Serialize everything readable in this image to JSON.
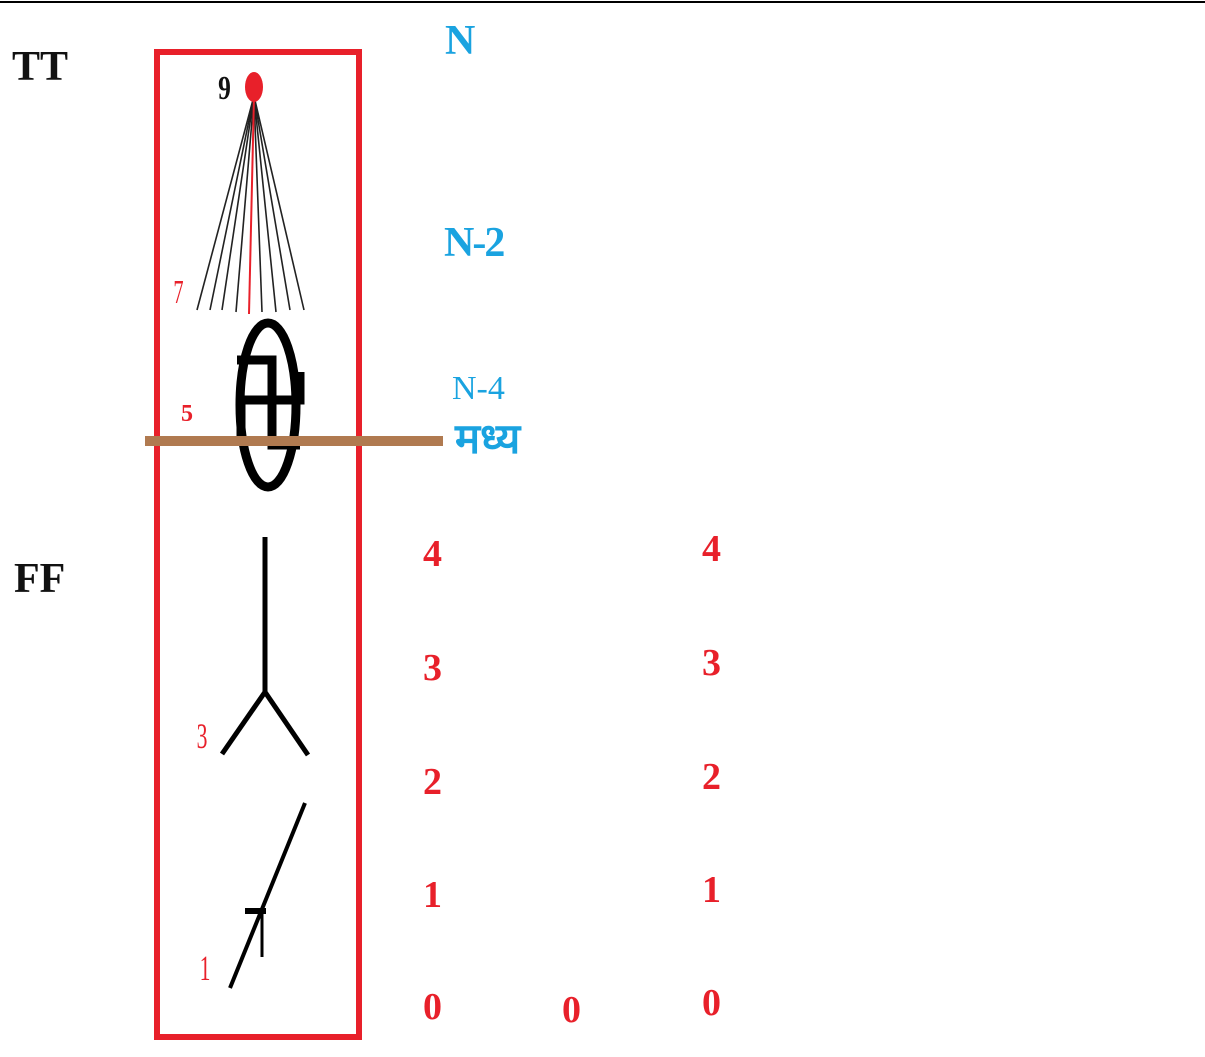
{
  "left_labels": {
    "top": "TT",
    "bottom": "FF"
  },
  "levels": {
    "n": "N",
    "n2": "N-2",
    "n4": "N-4",
    "middle": "मध्य"
  },
  "symbol_numbers": {
    "nine": "9",
    "seven": "7",
    "five": "5",
    "three": "3",
    "one": "1"
  },
  "column_a": [
    "4",
    "3",
    "2",
    "1",
    "0"
  ],
  "column_b": [
    "0"
  ],
  "column_c": [
    "4",
    "3",
    "2",
    "1",
    "0"
  ],
  "colors": {
    "frame": "#e8202a",
    "level_text": "#1aa3e0",
    "number_text": "#e8202a",
    "bar": "#b07a50",
    "symbol": "#000000",
    "dot": "#e8202a"
  },
  "icons": [
    "top-border-line",
    "radiating-lines-icon",
    "red-dot-icon",
    "swastika-loop-icon",
    "y-branch-icon",
    "slash-hook-icon",
    "horizontal-bar"
  ]
}
